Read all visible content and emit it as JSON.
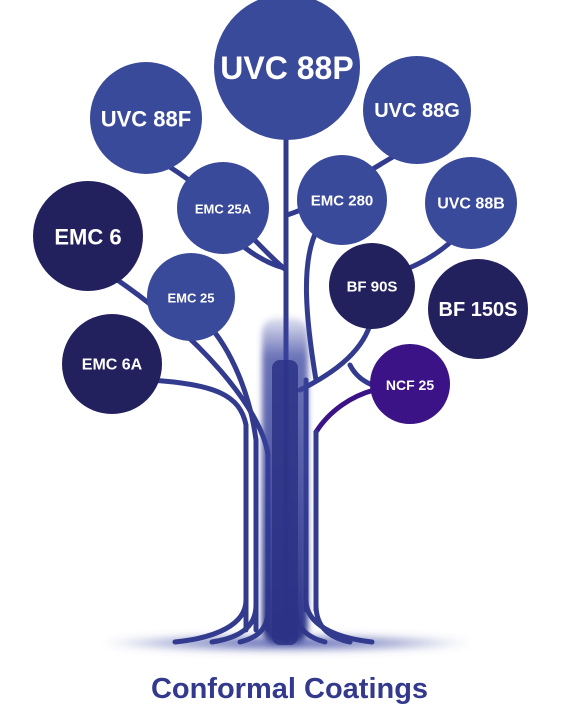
{
  "caption": "Conformal Coatings",
  "colors": {
    "branch": "#323b8e",
    "trunk": "#2f388c",
    "node_blue": "#3a4a9a",
    "node_dark": "#23205e",
    "node_purple": "#3c1287",
    "ground_shadow": "#4a56a8",
    "caption": "#33398c"
  },
  "nodes": [
    {
      "id": "uvc-88p",
      "label": "UVC 88P",
      "tone": "node_blue"
    },
    {
      "id": "uvc-88f",
      "label": "UVC 88F",
      "tone": "node_blue"
    },
    {
      "id": "uvc-88g",
      "label": "UVC 88G",
      "tone": "node_blue"
    },
    {
      "id": "emc-25a",
      "label": "EMC 25A",
      "tone": "node_blue"
    },
    {
      "id": "emc-280",
      "label": "EMC 280",
      "tone": "node_blue"
    },
    {
      "id": "uvc-88b",
      "label": "UVC 88B",
      "tone": "node_blue"
    },
    {
      "id": "emc-6",
      "label": "EMC 6",
      "tone": "node_dark"
    },
    {
      "id": "emc-25",
      "label": "EMC 25",
      "tone": "node_blue"
    },
    {
      "id": "bf-90s",
      "label": "BF 90S",
      "tone": "node_dark"
    },
    {
      "id": "bf-150s",
      "label": "BF 150S",
      "tone": "node_dark"
    },
    {
      "id": "emc-6a",
      "label": "EMC 6A",
      "tone": "node_dark"
    },
    {
      "id": "ncf-25",
      "label": "NCF 25",
      "tone": "node_purple"
    }
  ]
}
